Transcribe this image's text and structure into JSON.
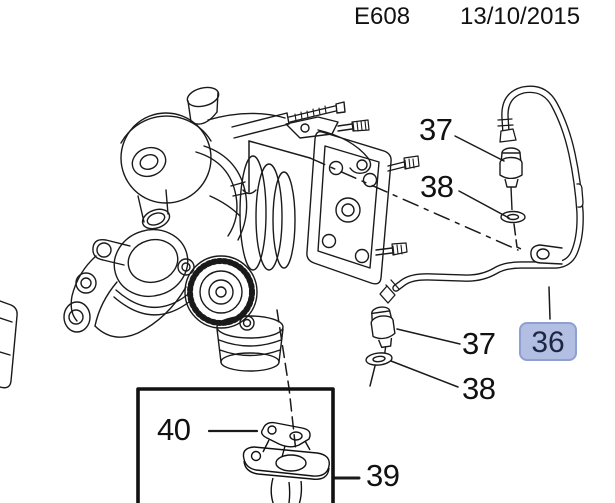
{
  "header": {
    "figure_code": "E608",
    "date": "13/10/2015"
  },
  "callouts": [
    {
      "id": "37-upper",
      "label": "37",
      "highlighted": false
    },
    {
      "id": "38-upper",
      "label": "38",
      "highlighted": false
    },
    {
      "id": "36-pipe",
      "label": "36",
      "highlighted": true
    },
    {
      "id": "37-lower",
      "label": "37",
      "highlighted": false
    },
    {
      "id": "38-lower",
      "label": "38",
      "highlighted": false
    },
    {
      "id": "39-downpipe",
      "label": "39",
      "highlighted": false
    },
    {
      "id": "40-gasket",
      "label": "40",
      "highlighted": false
    }
  ],
  "colors": {
    "background": "#ffffff",
    "line": "#1a1a1a",
    "highlight_bg": "#b2bee2",
    "highlight_border": "#8e9fd2",
    "highlight_text": "#1e2742"
  }
}
